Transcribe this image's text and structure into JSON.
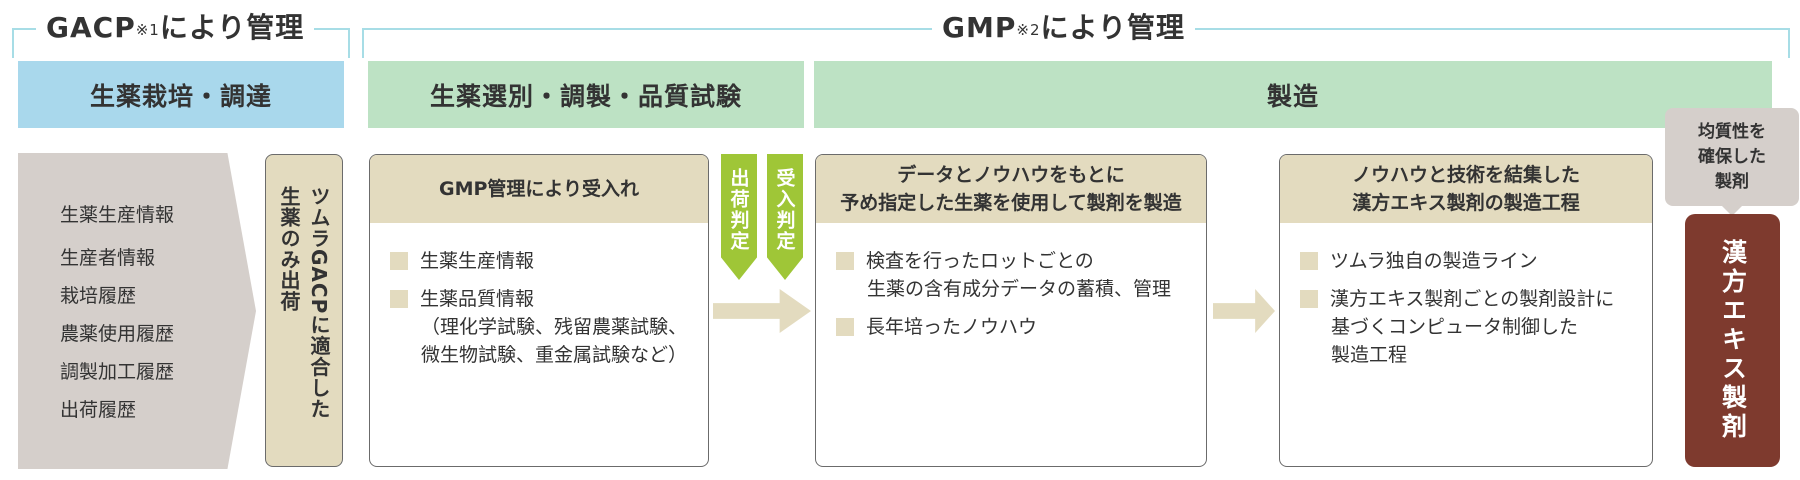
{
  "brackets": {
    "gacp": {
      "label": "GACP",
      "note": "※1",
      "suffix": "により管理"
    },
    "gmp": {
      "label": "GMP",
      "note": "※2",
      "suffix": "により管理"
    }
  },
  "headers": {
    "cultivation": "生薬栽培・調達",
    "selection": "生薬選別・調製・品質試験",
    "manufacturing": "製造"
  },
  "history_items": [
    "生薬生産情報",
    "生産者情報",
    "栽培履歴",
    "農薬使用履歴",
    "調製加工履歴",
    "出荷履歴"
  ],
  "shipment_box": "ツムラGACPに適合した生薬のみ出荷",
  "receiving": {
    "title": "GMP管理により受入れ",
    "items": [
      "生薬生産情報",
      "生薬品質情報",
      "（理化学試験、残留農薬試験、",
      "微生物試験、重金属試験など）"
    ]
  },
  "judgments": {
    "shipping": "出荷判定",
    "receiving": "受入判定"
  },
  "data_box": {
    "title_line1": "データとノウハウをもとに",
    "title_line2": "予め指定した生薬を使用して製剤を製造",
    "items": [
      "検査を行ったロットごとの",
      "生薬の含有成分データの蓄積、管理",
      "長年培ったノウハウ"
    ]
  },
  "process_box": {
    "title_line1": "ノウハウと技術を結集した",
    "title_line2": "漢方エキス製剤の製造工程",
    "items": [
      "ツムラ独自の製造ライン",
      "漢方エキス製剤ごとの製剤設計に",
      "基づくコンピュータ制御した",
      "製造工程"
    ]
  },
  "bubble": {
    "line1": "均質性を",
    "line2": "確保した",
    "line3": "製剤"
  },
  "product": "漢方エキス製剤",
  "colors": {
    "gacp_bracket": "#a7dde6",
    "gacp_header": "#a9d8ec",
    "gmp_header": "#bde2c4",
    "beige": "#e3dbbf",
    "gray": "#d5cfcb",
    "green_arrow": "#9fc637",
    "product": "#7e3a2e"
  }
}
